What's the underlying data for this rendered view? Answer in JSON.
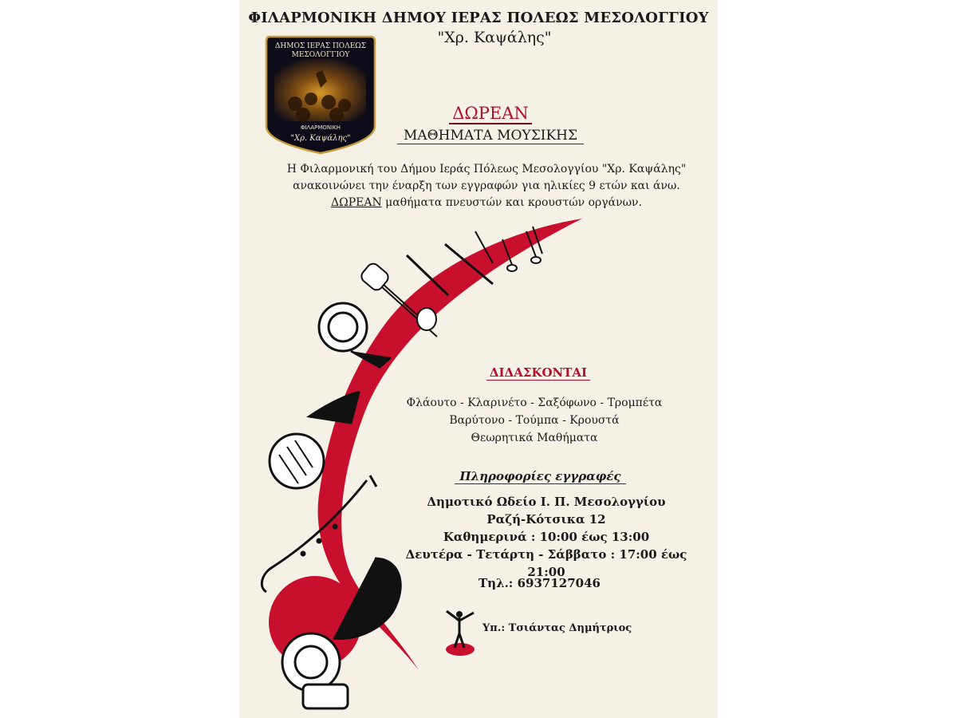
{
  "header": {
    "org_name": "ΦΙΛΑΡΜΟΝΙΚΗ ΔΗΜΟΥ ΙΕΡΑΣ ΠΟΛΕΩΣ ΜΕΣΟΛΟΓΓΙΟΥ",
    "org_subtitle": "\"Χρ. Καψάλης\""
  },
  "logo": {
    "top_text_1": "ΔΗΜΟΣ ΙΕΡΑΣ ΠΟΛΕΩΣ",
    "top_text_2": "ΜΕΣΟΛΟΓΓΙΟΥ",
    "bottom_text_1": "ΦΙΛΑΡΜΟΝΙΚΗ",
    "bottom_text_2": "\"Χρ. Καψάλης\""
  },
  "headline": {
    "free": "ΔΩΡΕΑΝ",
    "lessons": "ΜΑΘΗΜΑΤΑ ΜΟΥΣΙΚΗΣ"
  },
  "intro": {
    "line1": "Η Φιλαρμονική του Δήμου Ιεράς Πόλεως Μεσολογγίου \"Χρ. Καψάλης\"",
    "line2": "ανακοινώνει την έναρξη των εγγραφών για ηλικίες 9 ετών και άνω.",
    "line3_free": "ΔΩΡΕΑΝ",
    "line3_rest": " μαθήματα πνευστών και κρουστών οργάνων."
  },
  "taught": {
    "title": "ΔΙΔΑΣΚΟΝΤΑΙ",
    "line1": "Φλάουτο - Κλαρινέτο - Σαξόφωνο - Τρομπέτα",
    "line2": "Βαρύτονο - Τούμπα - Κρουστά",
    "line3": "Θεωρητικά Μαθήματα"
  },
  "registration": {
    "title": "Πληροφορίες εγγραφές",
    "place": "Δημοτικό Ωδείο Ι. Π. Μεσολογγίου",
    "address": "Ραζή-Κότσικα 12",
    "hours_daily": "Καθημερινά : 10:00 έως 13:00",
    "hours_evening": "Δευτέρα - Τετάρτη - Σάββατο : 17:00 έως 21:00"
  },
  "contact": {
    "phone": "Τηλ.: 6937127046",
    "manager": "Υπ.: Τσιάντας Δημήτριος"
  },
  "colors": {
    "accent_red": "#c8102e",
    "dark_red": "#b0102a",
    "ink": "#1a1a1a",
    "paper": "#f5f1e6"
  }
}
